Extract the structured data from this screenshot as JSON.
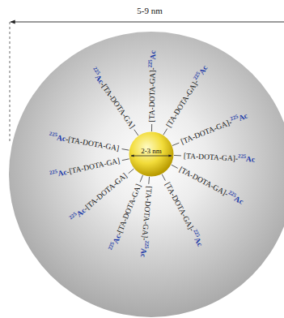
{
  "diagram": {
    "nodes": [
      {
        "text": [
          "2-3 nm"
        ]
      }
    ],
    "labels": [
      "5-9 nm",
      "225Ac-[TA-DOTA-GA]",
      "[TA-DOTA-GA]-225Ac",
      "[TA-DOTA-GA]-225Ac",
      "[TA-DOTA-GA]-225Ac",
      "[TA-DOTA-GA]-225Ac",
      "[TA-DOTA-GA]-225Ac",
      "[TA-DOTA-GA]-225Ac",
      "[TA-DOTA-GA]-225Ac",
      "225Ac-[TA-DOTA-GA]",
      "225Ac-[TA-DOTA-GA]",
      "225Ac-[TA-DOTA-GA]",
      "225Ac-[TA-DOTA-GA]"
    ]
  }
}
